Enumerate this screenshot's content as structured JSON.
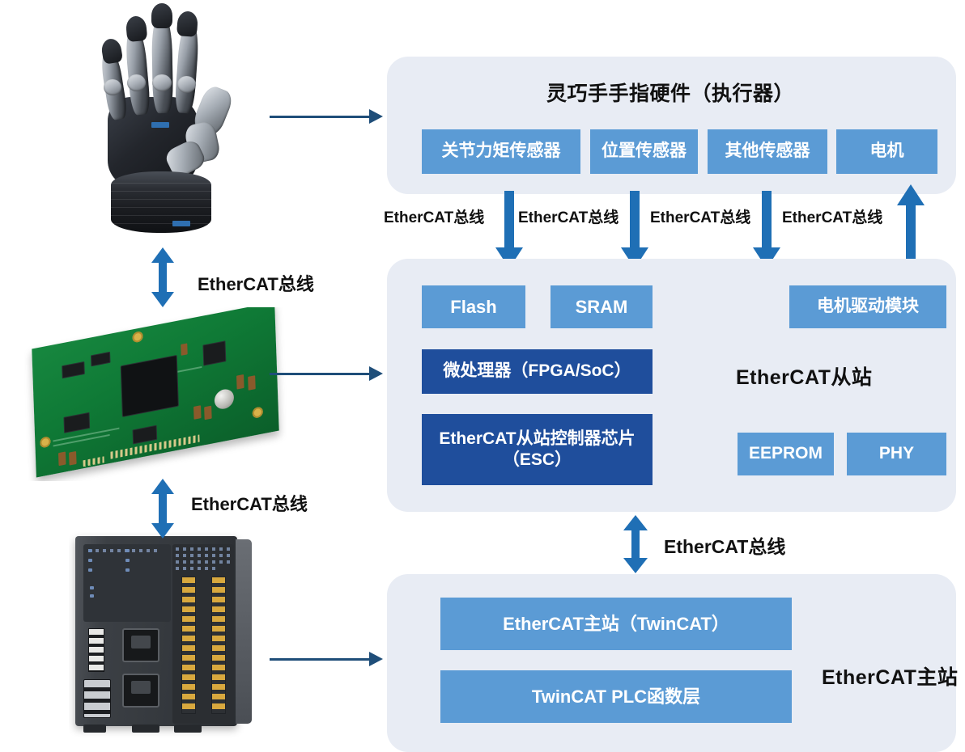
{
  "diagram": {
    "title_semantic": "EtherCAT dexterous hand control architecture"
  },
  "panels": {
    "actuator": {
      "title": "灵巧手手指硬件（执行器）",
      "boxes": [
        {
          "label": "关节力矩传感器"
        },
        {
          "label": "位置传感器"
        },
        {
          "label": "其他传感器"
        },
        {
          "label": "电机"
        }
      ]
    },
    "slave": {
      "title": "EtherCAT从站",
      "boxes": [
        {
          "label": "Flash"
        },
        {
          "label": "SRAM"
        },
        {
          "label": "电机驱动模块"
        },
        {
          "label": "微处理器（FPGA/SoC）"
        },
        {
          "label": "EtherCAT从站控制器芯片\n（ESC）"
        },
        {
          "label": "EEPROM"
        },
        {
          "label": "PHY"
        }
      ],
      "esc_line1": "EtherCAT从站控制器芯片",
      "esc_line2": "（ESC）"
    },
    "master": {
      "title": "EtherCAT主站",
      "boxes": [
        {
          "label": "EtherCAT主站（TwinCAT）"
        },
        {
          "label": "TwinCAT PLC函数层"
        }
      ]
    }
  },
  "bus_labels": {
    "hand_to_board": "EtherCAT总线",
    "board_to_plc": "EtherCAT总线",
    "slave_to_master": "EtherCAT总线",
    "sensor_1": "EtherCAT总线",
    "sensor_2": "EtherCAT总线",
    "sensor_3": "EtherCAT总线",
    "sensor_4": "EtherCAT总线"
  },
  "photos": {
    "hand": "robotic-dexterous-hand-photo",
    "board": "ethercat-slave-pcb-photo",
    "plc": "plc-controller-module-photo"
  },
  "colors": {
    "panel_background": "#E8ECF4",
    "box_light_blue": "#5B9BD5",
    "box_dark_blue": "#1F4E9C",
    "arrow_blue": "#1F6FB5",
    "thin_arrow_blue": "#1F4E79",
    "text_dark": "#111111",
    "box_text": "#FFFFFF"
  }
}
